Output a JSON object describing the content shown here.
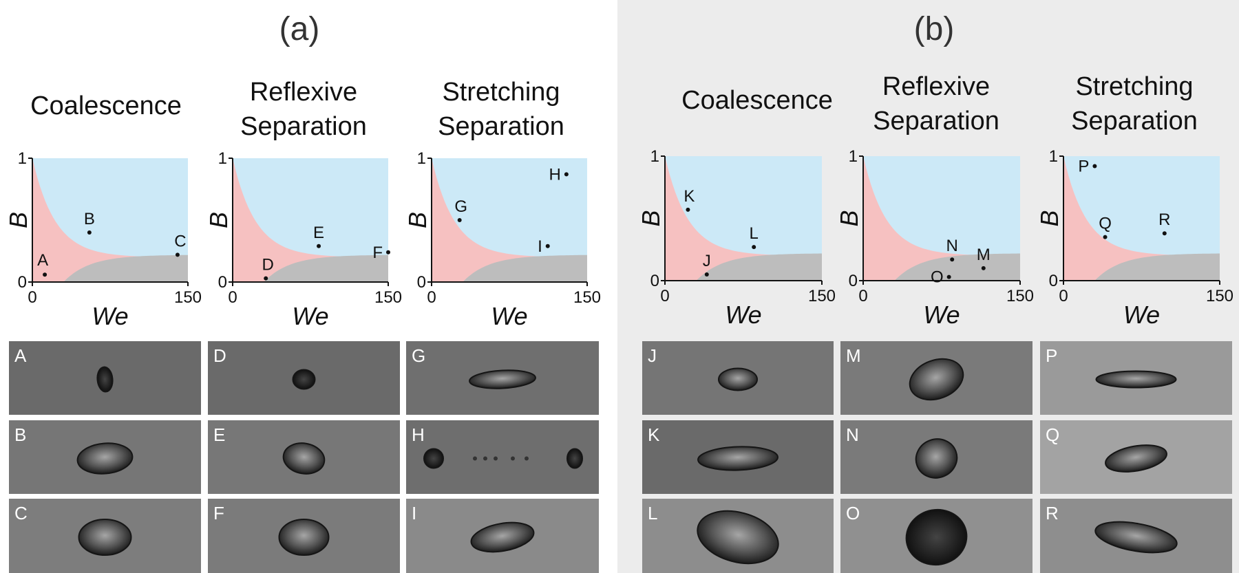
{
  "panels": [
    {
      "label": "(a)",
      "columns": [
        {
          "title": [
            "Coalescence"
          ]
        },
        {
          "title": [
            "Reflexive",
            "Separation"
          ]
        },
        {
          "title": [
            "Stretching",
            "Separation"
          ]
        }
      ]
    },
    {
      "label": "(b)",
      "columns": [
        {
          "title": [
            "Coalescence"
          ]
        },
        {
          "title": [
            "Reflexive",
            "Separation"
          ]
        },
        {
          "title": [
            "Stretching",
            "Separation"
          ]
        }
      ]
    }
  ],
  "axes": {
    "xlabel": "We",
    "ylabel": "B",
    "xtick_min": "0",
    "xtick_max": "150",
    "ytick_min": "0",
    "ytick_max": "1"
  },
  "colors": {
    "stretching_region": "#cce9f7",
    "reflexive_region": "#f6c1c1",
    "coalescence_region": "#bdbdbd",
    "panel_b_background": "#ececec"
  },
  "chart_data": [
    {
      "type": "scatter",
      "panel": "(a)",
      "regime": "Coalescence",
      "xlabel": "We",
      "ylabel": "B",
      "xlim": [
        0,
        150
      ],
      "ylim": [
        0,
        1
      ],
      "points": [
        {
          "label": "A",
          "x": 12,
          "y": 0.06
        },
        {
          "label": "B",
          "x": 55,
          "y": 0.4
        },
        {
          "label": "C",
          "x": 140,
          "y": 0.22
        }
      ]
    },
    {
      "type": "scatter",
      "panel": "(a)",
      "regime": "Reflexive Separation",
      "xlabel": "We",
      "ylabel": "B",
      "xlim": [
        0,
        150
      ],
      "ylim": [
        0,
        1
      ],
      "points": [
        {
          "label": "D",
          "x": 32,
          "y": 0.03
        },
        {
          "label": "E",
          "x": 83,
          "y": 0.29
        },
        {
          "label": "F",
          "x": 150,
          "y": 0.24
        }
      ]
    },
    {
      "type": "scatter",
      "panel": "(a)",
      "regime": "Stretching Separation",
      "xlabel": "We",
      "ylabel": "B",
      "xlim": [
        0,
        150
      ],
      "ylim": [
        0,
        1
      ],
      "points": [
        {
          "label": "G",
          "x": 27,
          "y": 0.5
        },
        {
          "label": "H",
          "x": 130,
          "y": 0.87
        },
        {
          "label": "I",
          "x": 112,
          "y": 0.29
        }
      ]
    },
    {
      "type": "scatter",
      "panel": "(b)",
      "regime": "Coalescence",
      "xlabel": "We",
      "ylabel": "B",
      "xlim": [
        0,
        150
      ],
      "ylim": [
        0,
        1
      ],
      "points": [
        {
          "label": "J",
          "x": 40,
          "y": 0.05
        },
        {
          "label": "K",
          "x": 22,
          "y": 0.57
        },
        {
          "label": "L",
          "x": 85,
          "y": 0.27
        }
      ]
    },
    {
      "type": "scatter",
      "panel": "(b)",
      "regime": "Reflexive Separation",
      "xlabel": "We",
      "ylabel": "B",
      "xlim": [
        0,
        150
      ],
      "ylim": [
        0,
        1
      ],
      "points": [
        {
          "label": "M",
          "x": 115,
          "y": 0.1
        },
        {
          "label": "N",
          "x": 85,
          "y": 0.17
        },
        {
          "label": "O",
          "x": 82,
          "y": 0.03
        }
      ]
    },
    {
      "type": "scatter",
      "panel": "(b)",
      "regime": "Stretching Separation",
      "xlabel": "We",
      "ylabel": "B",
      "xlim": [
        0,
        150
      ],
      "ylim": [
        0,
        1
      ],
      "points": [
        {
          "label": "P",
          "x": 30,
          "y": 0.92
        },
        {
          "label": "Q",
          "x": 40,
          "y": 0.35
        },
        {
          "label": "R",
          "x": 97,
          "y": 0.38
        }
      ]
    }
  ],
  "photos": {
    "rows": [
      [
        "A",
        "D",
        "G",
        "J",
        "M",
        "P"
      ],
      [
        "B",
        "E",
        "H",
        "K",
        "N",
        "Q"
      ],
      [
        "C",
        "F",
        "I",
        "L",
        "O",
        "R"
      ]
    ]
  }
}
